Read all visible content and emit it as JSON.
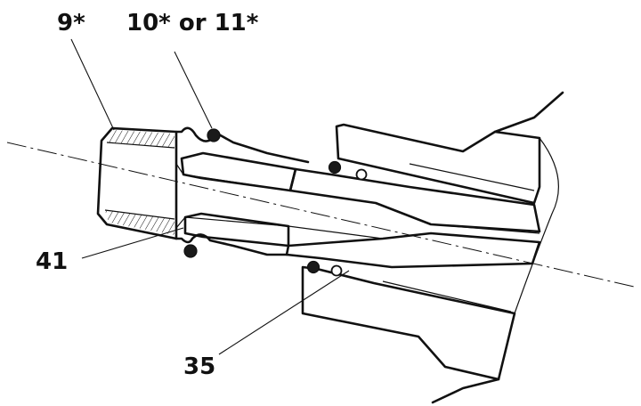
{
  "labels": {
    "part_9": "9*",
    "part_10_11": "10* or 11*",
    "part_41": "41",
    "part_35": "35"
  },
  "colors": {
    "ink": "#111111",
    "background": "#ffffff"
  }
}
